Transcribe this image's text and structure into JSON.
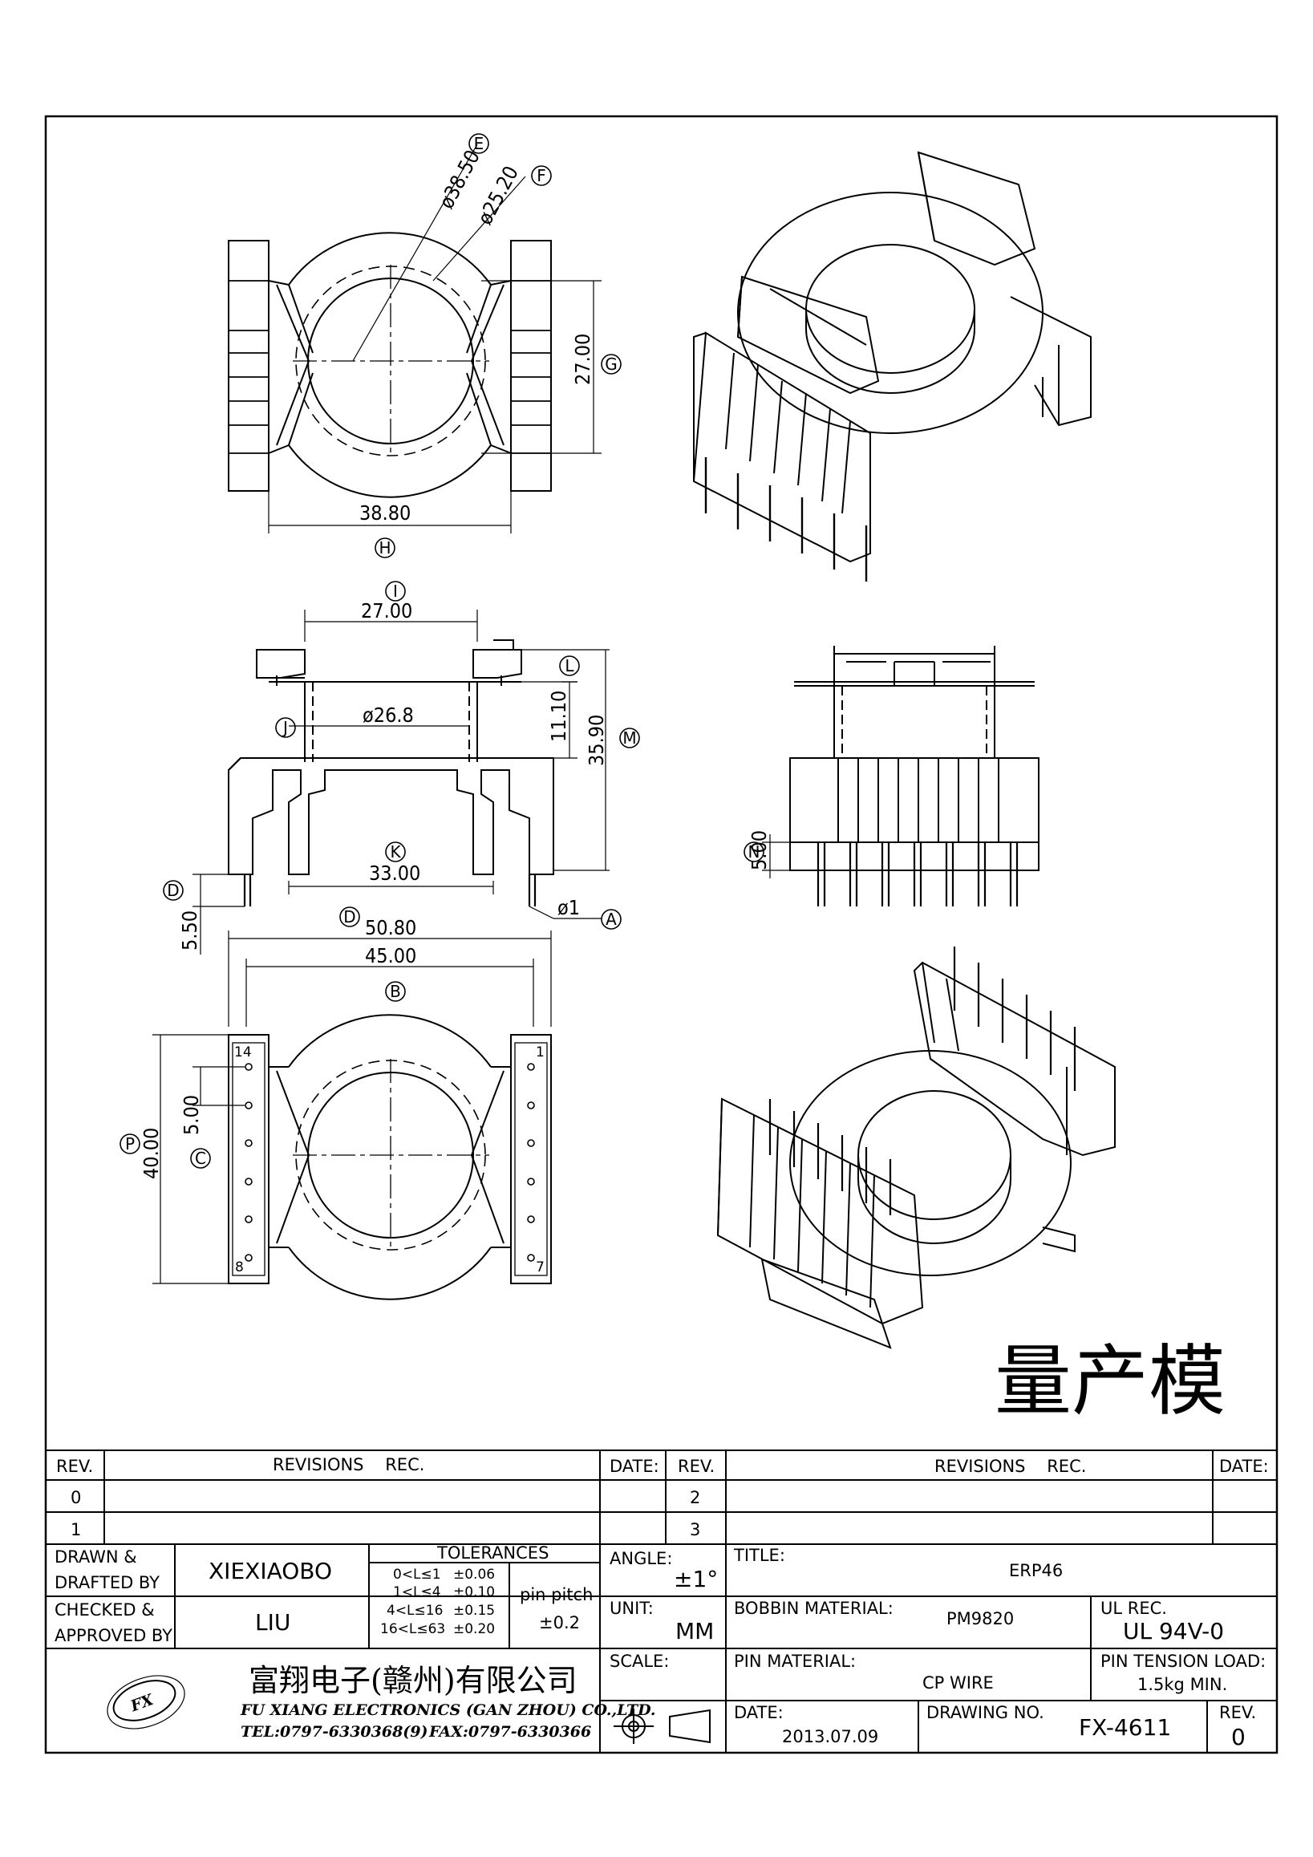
{
  "stamp": "量产模",
  "dimensions": {
    "e_dia": "ø38.50",
    "f_dia": "ø25.20",
    "g_height": "27.00",
    "h_width": "38.80",
    "i_width": "27.00",
    "j_dia": "ø26.8",
    "l_height": "11.10",
    "m_height": "35.90",
    "k_width": "33.00",
    "pin_dia": "ø1",
    "d_pin": "5.50",
    "d_width": "50.80",
    "b_width": "45.00",
    "c_pitch": "5.00",
    "p_height": "40.00",
    "n_pin": "5.00"
  },
  "labels": {
    "A": "A",
    "B": "B",
    "C": "C",
    "D": "D",
    "E": "E",
    "F": "F",
    "G": "G",
    "H": "H",
    "I": "I",
    "J": "J",
    "K": "K",
    "L": "L",
    "M": "M",
    "N": "N",
    "P": "P"
  },
  "pins": {
    "p14": "14",
    "p1": "1",
    "p8": "8",
    "p7": "7"
  },
  "title_block": {
    "rev_header": "REV.",
    "revisions_header": "REVISIONS    REC.",
    "date_header": "DATE:",
    "rev_rows_left": [
      "0",
      "1"
    ],
    "rev_rows_right": [
      "2",
      "3"
    ],
    "drawn_label_1": "DRAWN &",
    "drawn_label_2": "DRAFTED BY",
    "drawn_value": "XIEXIAOBO",
    "checked_label_1": "CHECKED &",
    "checked_label_2": "APPROVED BY",
    "checked_value": "LIU",
    "tolerances_header": "TOLERANCES",
    "tolerances": [
      {
        "range": "0<L≤1",
        "value": "±0.06"
      },
      {
        "range": "1<L≤4",
        "value": "±0.10"
      },
      {
        "range": "4<L≤16",
        "value": "±0.15"
      },
      {
        "range": "16<L≤63",
        "value": "±0.20"
      }
    ],
    "pin_pitch_label": "pin pitch",
    "pin_pitch_value": "±0.2",
    "angle_label": "ANGLE:",
    "angle_value": "±1°",
    "unit_label": "UNIT:",
    "unit_value": "MM",
    "scale_label": "SCALE:",
    "title_label": "TITLE:",
    "title_value": "ERP46",
    "bobbin_label": "BOBBIN MATERIAL:",
    "bobbin_value": "PM9820",
    "ul_label": "UL REC.",
    "ul_value": "UL 94V-0",
    "pin_material_label": "PIN MATERIAL:",
    "pin_material_value": "CP WIRE",
    "pin_tension_label": "PIN TENSION LOAD:",
    "pin_tension_value": "1.5kg MIN.",
    "date_label": "DATE:",
    "date_value": "2013.07.09",
    "drawing_no_label": "DRAWING NO.",
    "drawing_no_value": "FX-4611",
    "rev_label": "REV.",
    "rev_value": "0",
    "company_cn": "富翔电子(赣州)有限公司",
    "company_en": "FU XIANG ELECTRONICS (GAN ZHOU) CO.,LTD.",
    "tel": "TEL:0797-6330368(9)",
    "fax": "FAX:0797-6330366",
    "logo_text": "FX"
  }
}
